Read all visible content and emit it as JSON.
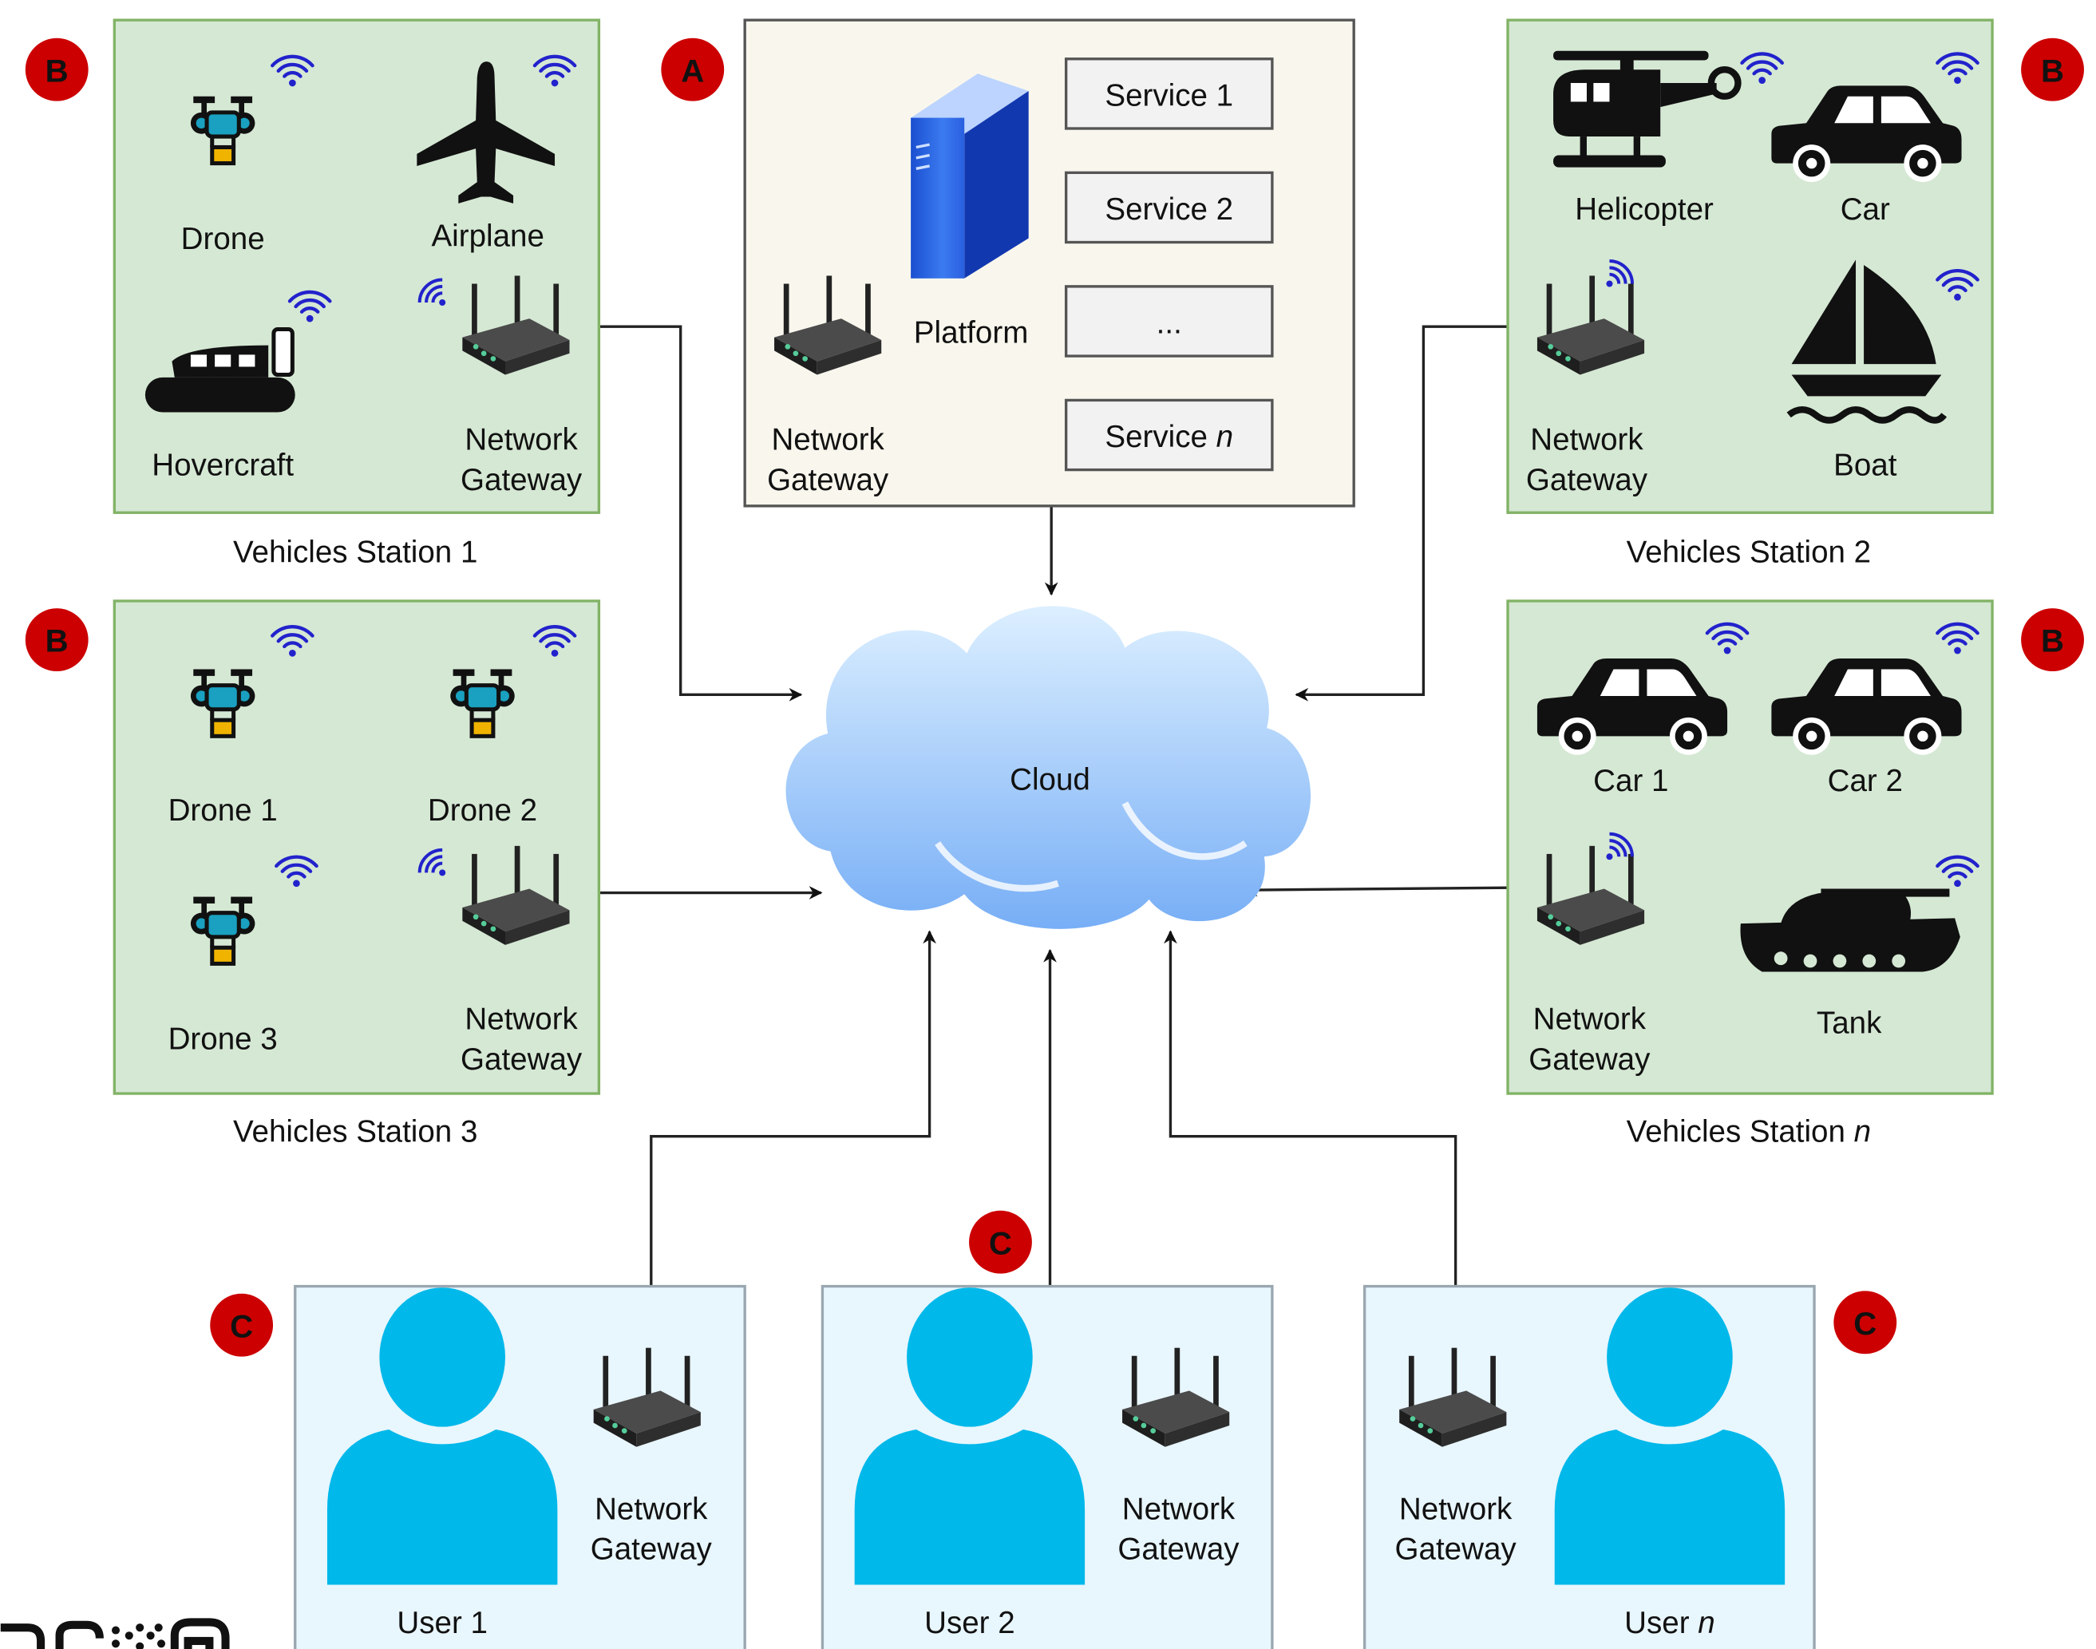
{
  "markers": {
    "a": "A",
    "b": "B",
    "c": "C"
  },
  "platform": {
    "label": "Platform",
    "gateway_line1": "Network",
    "gateway_line2": "Gateway",
    "services": [
      "Service 1",
      "Service 2",
      "...",
      "Service n"
    ]
  },
  "cloud": {
    "label": "Cloud"
  },
  "stations": {
    "s1": {
      "title": "Vehicles Station 1",
      "v1": "Drone",
      "v2": "Airplane",
      "v3": "Hovercraft",
      "gw1": "Network",
      "gw2": "Gateway"
    },
    "s2": {
      "title": "Vehicles Station 2",
      "v1": "Helicopter",
      "v2": "Car",
      "v4": "Boat",
      "gw1": "Network",
      "gw2": "Gateway"
    },
    "s3": {
      "title": "Vehicles Station 3",
      "v1": "Drone 1",
      "v2": "Drone 2",
      "v3": "Drone 3",
      "gw1": "Network",
      "gw2": "Gateway"
    },
    "sn": {
      "title_prefix": "Vehicles Station ",
      "title_suffix": "n",
      "v1": "Car 1",
      "v2": "Car 2",
      "v4": "Tank",
      "gw1": "Network",
      "gw2": "Gateway"
    }
  },
  "users": {
    "u1": {
      "label": "User 1",
      "gw1": "Network",
      "gw2": "Gateway"
    },
    "u2": {
      "label": "User 2",
      "gw1": "Network",
      "gw2": "Gateway"
    },
    "un": {
      "label_prefix": "User ",
      "label_suffix": "n",
      "gw1": "Network",
      "gw2": "Gateway"
    }
  },
  "colors": {
    "station_fill": "#d5e8d4",
    "station_stroke": "#82b366",
    "platform_fill": "#f9f7ed",
    "user_fill": "#e8f6fd",
    "user_stroke": "#9aa7b0",
    "marker_red": "#cc0000",
    "person": "#00b8ea",
    "wifi": "#2222cc",
    "drone_body": "#1aa0c0",
    "drone_box": "#f0b400"
  }
}
